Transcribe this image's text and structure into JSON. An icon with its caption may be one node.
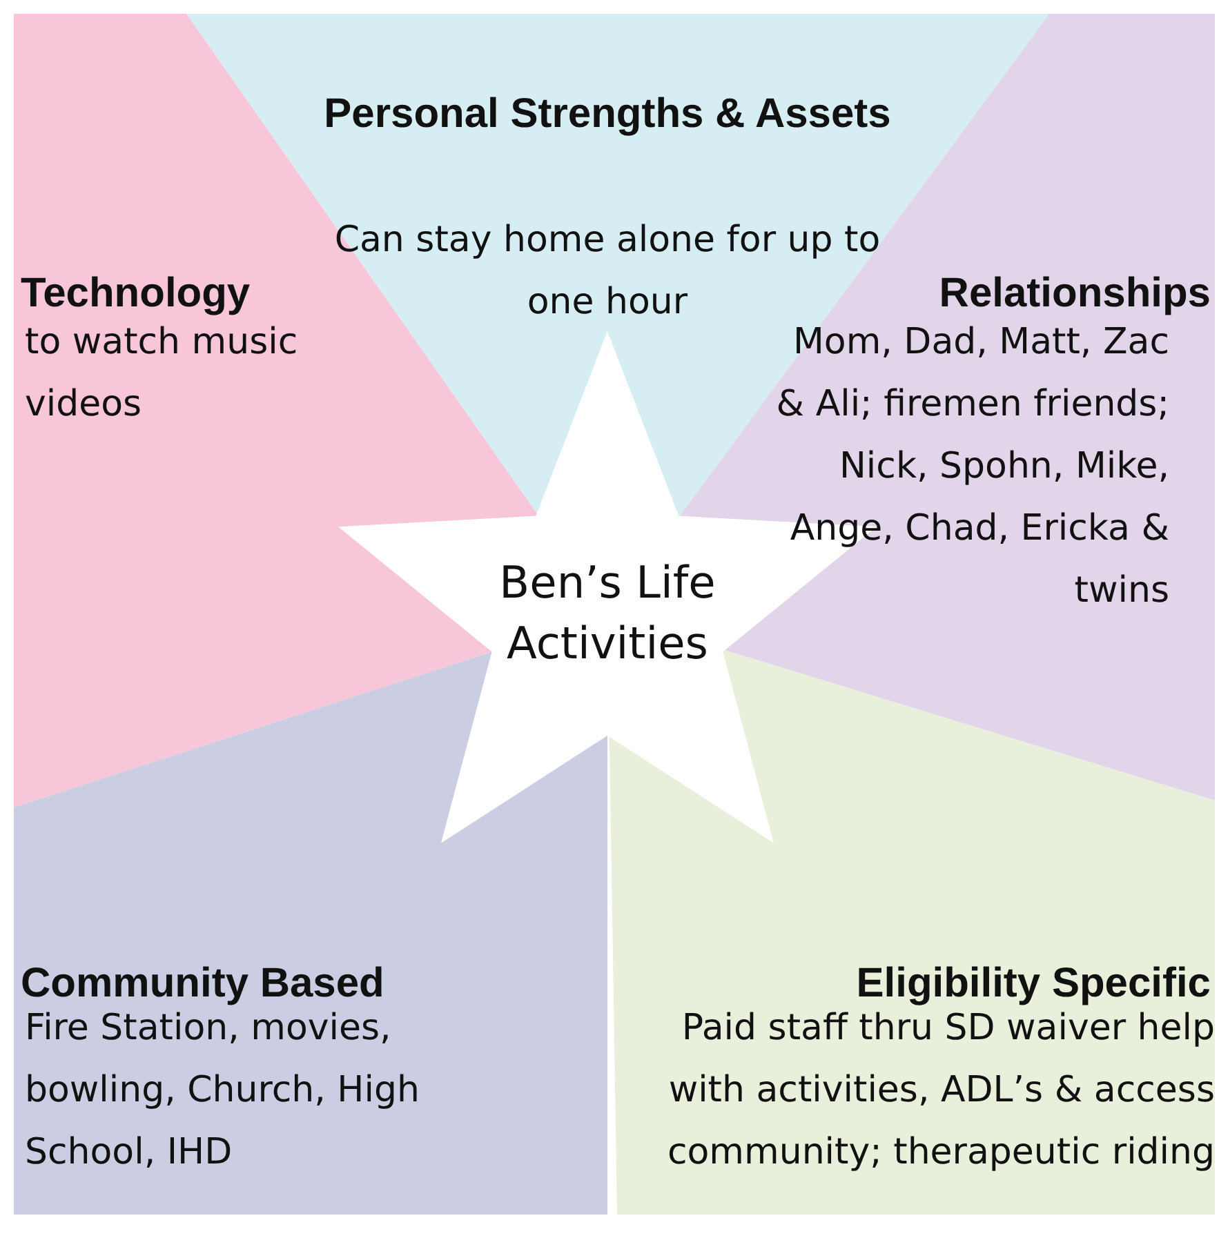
{
  "diagram": {
    "nodes": [
      {
        "text": [
          "Personal Strengths & Assets",
          "Can stay home alone for up to one hour"
        ]
      },
      {
        "text": [
          "Technology",
          "to watch music videos"
        ]
      },
      {
        "text": [
          "Relationships",
          "Mom, Dad, Matt, Zac & Ali; firemen friends; Nick, Spohn, Mike, Ange, Chad, Ericka & twins"
        ]
      },
      {
        "text": [
          "Ben’s Life Activities"
        ]
      },
      {
        "text": [
          "Community Based",
          "Fire Station, movies, bowling, Church, High School, IHD"
        ]
      },
      {
        "text": [
          "Eligibility Specific",
          "Paid staff thru SD waiver help with activities, ADL’s & access community; therapeutic riding"
        ]
      }
    ]
  }
}
